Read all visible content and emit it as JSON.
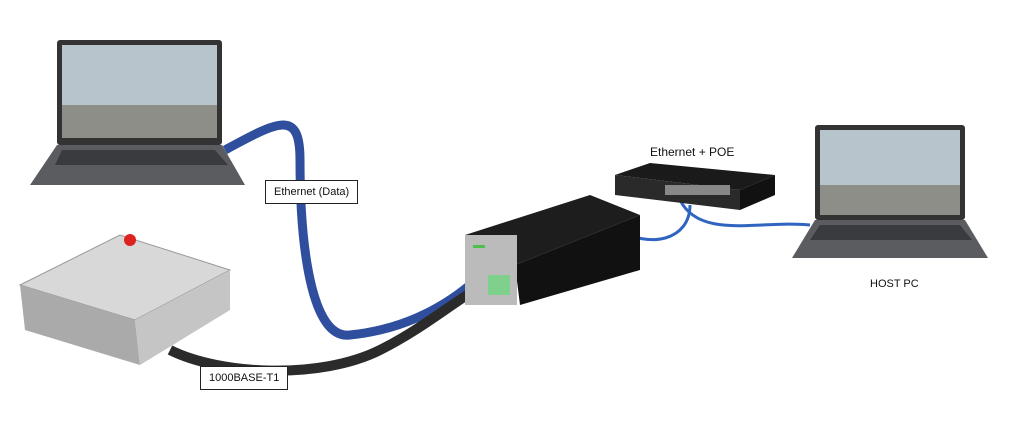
{
  "labels": {
    "ethernet_data": "Ethernet (Data)",
    "base_t1": "1000BASE-T1",
    "ethernet_poe": "Ethernet + POE",
    "host_pc": "HOST PC"
  },
  "colors": {
    "blue_cable": "#2f4f9e",
    "black_cable": "#2b2b2b",
    "device": "#1d1d1d",
    "led": "#4ec04e",
    "connector": "#7fd08a"
  }
}
